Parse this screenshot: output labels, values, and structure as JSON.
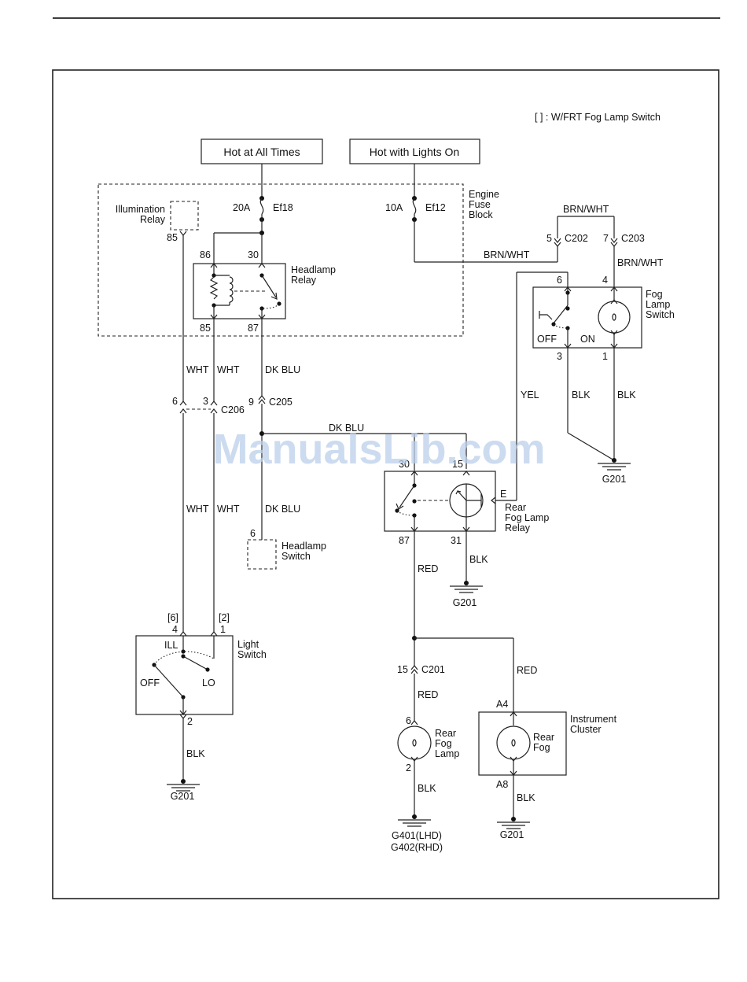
{
  "legend": "[     ] : W/FRT Fog Lamp Switch",
  "sources": {
    "hot_all_times": "Hot at All Times",
    "hot_lights_on": "Hot with Lights On"
  },
  "fuse_block": {
    "label_line1": "Engine",
    "label_line2": "Fuse",
    "label_line3": "Block",
    "fuse1_rating": "20A",
    "fuse1_id": "Ef18",
    "fuse2_rating": "10A",
    "fuse2_id": "Ef12"
  },
  "illumination_relay": {
    "line1": "Illumination",
    "line2": "Relay",
    "pin": "85"
  },
  "headlamp_relay": {
    "line1": "Headlamp",
    "line2": "Relay",
    "pin86": "86",
    "pin30": "30",
    "pin85": "85",
    "pin87": "87"
  },
  "fog_lamp_switch": {
    "line1": "Fog",
    "line2": "Lamp",
    "line3": "Switch",
    "pin6": "6",
    "pin4": "4",
    "pin3": "3",
    "pin1": "1",
    "off": "OFF",
    "on": "ON"
  },
  "connectors": {
    "c202_pin": "5",
    "c202": "C202",
    "c203_pin": "7",
    "c203": "C203",
    "c206_pin_a": "6",
    "c206_pin_b": "3",
    "c206": "C206",
    "c205_pin": "9",
    "c205": "C205",
    "c201_pin": "15",
    "c201": "C201"
  },
  "wires": {
    "brn_wht_top": "BRN/WHT",
    "brn_wht_mid": "BRN/WHT",
    "brn_wht_right": "BRN/WHT",
    "wht1": "WHT",
    "wht2": "WHT",
    "wht3": "WHT",
    "wht4": "WHT",
    "dk_blu1": "DK BLU",
    "dk_blu_h": "DK BLU",
    "dk_blu2": "DK BLU",
    "yel": "YEL",
    "blk_fog3": "BLK",
    "blk_fog1": "BLK",
    "blk_relay": "BLK",
    "blk_light": "BLK",
    "blk_rear": "BLK",
    "blk_cluster": "BLK",
    "red1": "RED",
    "red2": "RED",
    "red3": "RED"
  },
  "rear_fog_relay": {
    "line1": "Rear",
    "line2": "Fog Lamp",
    "line3": "Relay",
    "pin30": "30",
    "pin15": "15",
    "pinE": "E",
    "pin87": "87",
    "pin31": "31"
  },
  "headlamp_switch": {
    "pin": "6",
    "line1": "Headlamp",
    "line2": "Switch"
  },
  "light_switch": {
    "line1": "Light",
    "line2": "Switch",
    "pin4_alt": "[6]",
    "pin1_alt": "[2]",
    "pin4": "4",
    "pin1": "1",
    "pin2": "2",
    "ill": "ILL",
    "off": "OFF",
    "lo": "LO"
  },
  "rear_fog_lamp": {
    "line1": "Rear",
    "line2": "Fog",
    "line3": "Lamp",
    "pin6": "6",
    "pin2": "2"
  },
  "instrument_cluster": {
    "line1": "Instrument",
    "line2": "Cluster",
    "ind1": "Rear",
    "ind2": "Fog",
    "pinA4": "A4",
    "pinA8": "A8"
  },
  "grounds": {
    "g201_fog": "G201",
    "g201_relay": "G201",
    "g201_light": "G201",
    "g401": "G401(LHD)",
    "g402": "G402(RHD)",
    "g201_cluster": "G201"
  },
  "watermark": "ManualsLib.com"
}
